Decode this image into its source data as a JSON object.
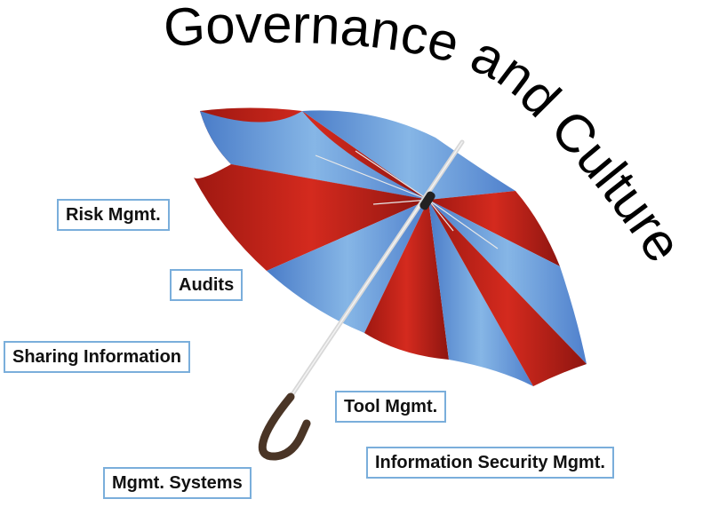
{
  "title": {
    "text": "Governance and Culture",
    "color": "#000000"
  },
  "umbrella": {
    "colors": {
      "red": "#c8221a",
      "red_dark": "#8e1510",
      "blue": "#5b8fd6",
      "blue_light": "#7fb0e3",
      "handle": "#4a3526",
      "shaft": "#d8d8d8"
    }
  },
  "labels": [
    {
      "text": "Risk Mgmt."
    },
    {
      "text": "Audits"
    },
    {
      "text": "Sharing Information"
    },
    {
      "text": "Tool Mgmt."
    },
    {
      "text": "Information Security Mgmt."
    },
    {
      "text": "Mgmt. Systems"
    }
  ],
  "box_border_color": "#7aaedb"
}
